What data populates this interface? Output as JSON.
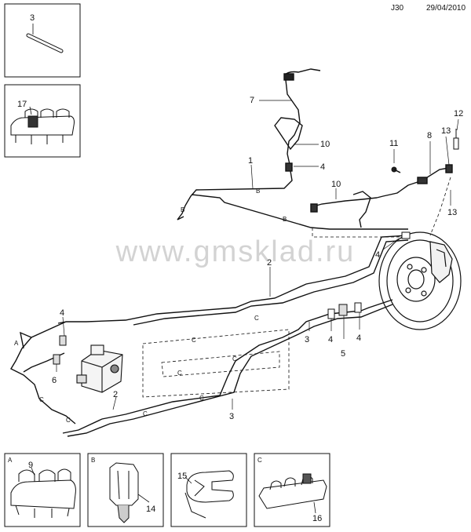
{
  "header": {
    "code": "J30",
    "date": "29/04/2010"
  },
  "watermark": "www.gmsklad.ru",
  "callouts": {
    "c1": "1",
    "c2a": "2",
    "c2b": "2",
    "c3a": "3",
    "c3b": "3",
    "c3box": "3",
    "c4a": "4",
    "c4b": "4",
    "c4c": "4",
    "c4d": "4",
    "c4e": "4",
    "c5": "5",
    "c6": "6",
    "c7": "7",
    "c8": "8",
    "c9": "9",
    "c10a": "10",
    "c10b": "10",
    "c11": "11",
    "c12": "12",
    "c13a": "13",
    "c13b": "13",
    "c14": "14",
    "c15": "15",
    "c16": "16",
    "c17": "17"
  },
  "line_labels": {
    "a1": "A",
    "b1": "B",
    "b2": "B",
    "b3": "B",
    "c1": "C",
    "c2": "C",
    "c3": "C",
    "c4": "C",
    "c5": "C",
    "c6": "C",
    "c7": "C",
    "c8": "C"
  },
  "boxes": {
    "clip_a": "A",
    "clip_b": "B",
    "clip_c": "C"
  }
}
